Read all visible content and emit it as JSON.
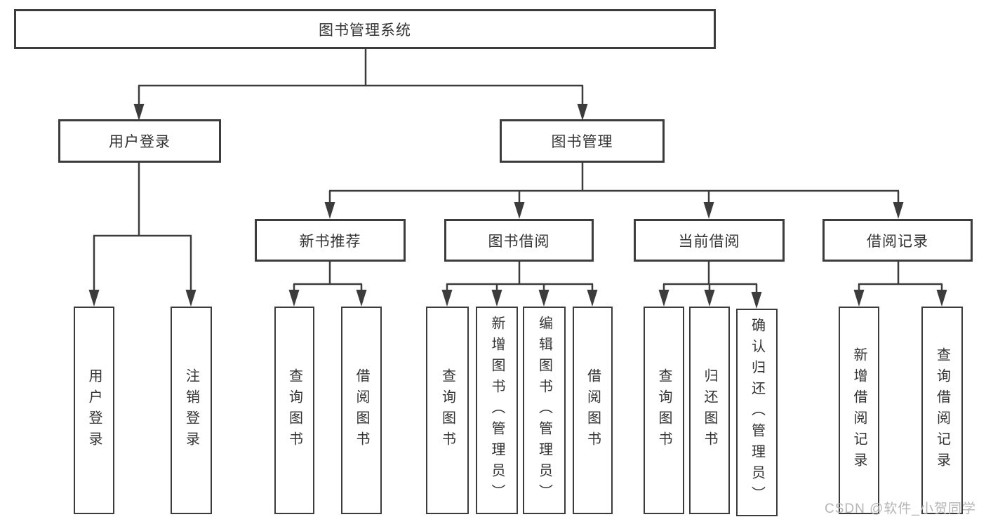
{
  "diagram": {
    "title": "图书管理系统",
    "root": {
      "label": "图书管理系统"
    },
    "level2": [
      {
        "label": "用户登录"
      },
      {
        "label": "图书管理"
      }
    ],
    "level3": [
      {
        "label": "新书推荐",
        "parent": "图书管理"
      },
      {
        "label": "图书借阅",
        "parent": "图书管理"
      },
      {
        "label": "当前借阅",
        "parent": "图书管理"
      },
      {
        "label": "借阅记录",
        "parent": "图书管理"
      }
    ],
    "leaves": [
      {
        "label": "用户登录",
        "parent": "用户登录"
      },
      {
        "label": "注销登录",
        "parent": "用户登录"
      },
      {
        "label": "查询图书",
        "parent": "新书推荐"
      },
      {
        "label": "借阅图书",
        "parent": "新书推荐"
      },
      {
        "label": "查询图书",
        "parent": "图书借阅"
      },
      {
        "label": "新增图书（管理员）",
        "parent": "图书借阅"
      },
      {
        "label": "编辑图书（管理员）",
        "parent": "图书借阅"
      },
      {
        "label": "借阅图书",
        "parent": "图书借阅"
      },
      {
        "label": "查询图书",
        "parent": "当前借阅"
      },
      {
        "label": "归还图书",
        "parent": "当前借阅"
      },
      {
        "label": "确认归还（管理员）",
        "parent": "当前借阅"
      },
      {
        "label": "新增借阅记录",
        "parent": "借阅记录"
      },
      {
        "label": "查询借阅记录",
        "parent": "借阅记录"
      }
    ],
    "watermark": "CSDN @软件_小贺同学",
    "colors": {
      "line": "#3c3c3c",
      "box_background": "#ffffff",
      "text": "#333333",
      "watermark": "#b5b5b5"
    }
  }
}
